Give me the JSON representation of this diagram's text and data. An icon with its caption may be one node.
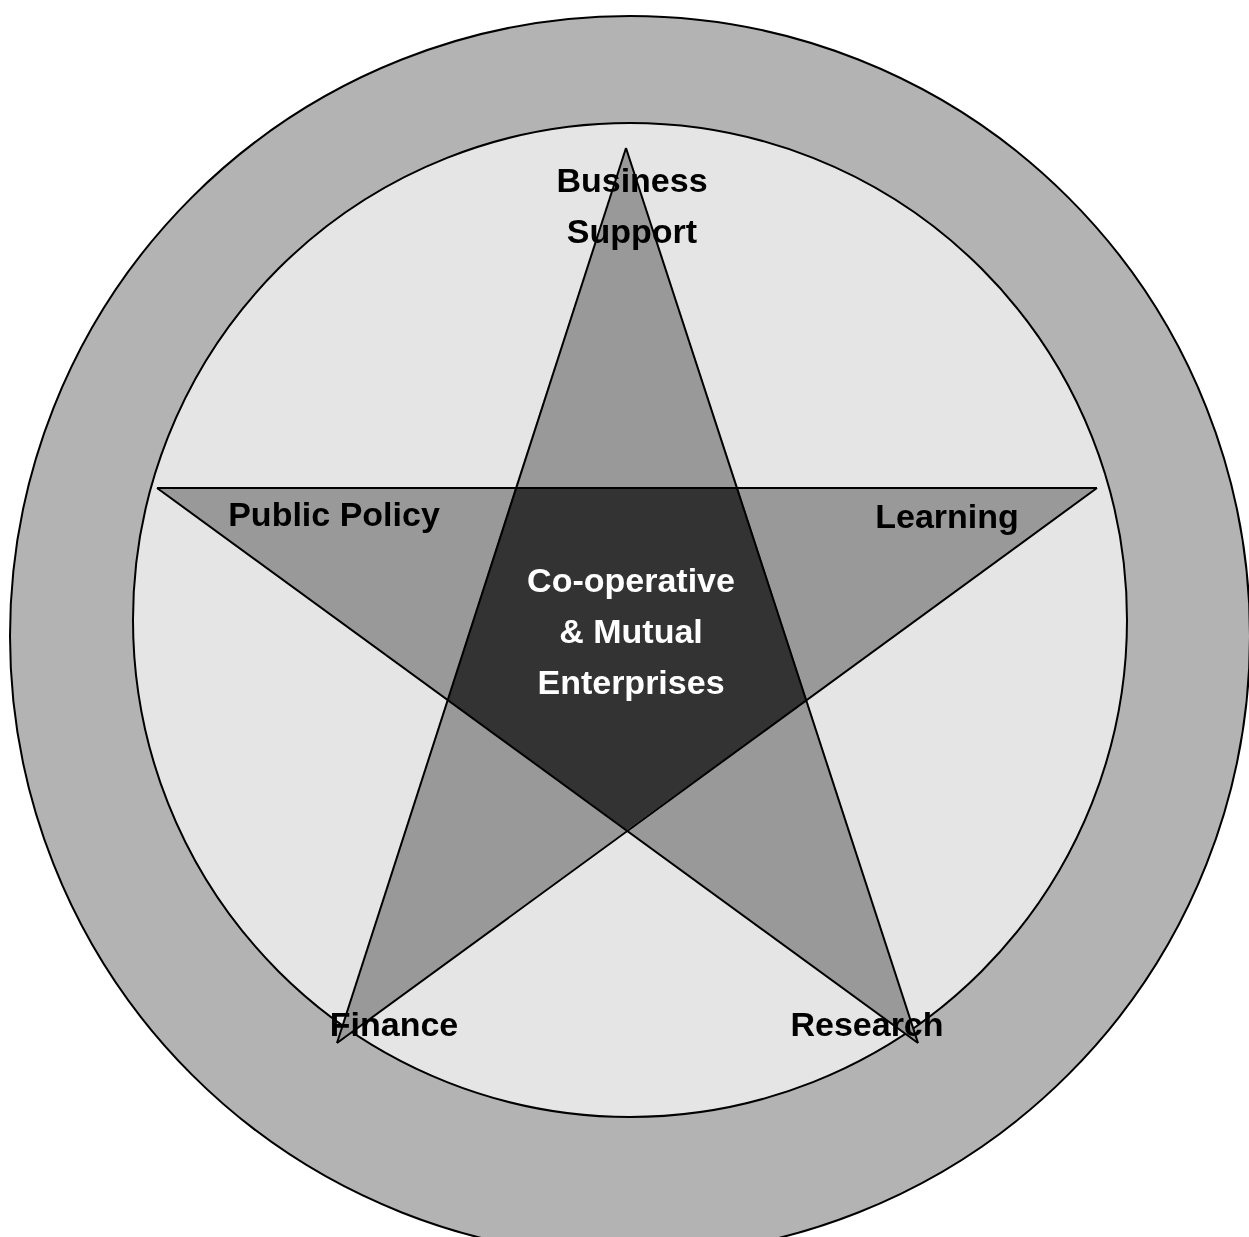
{
  "diagram": {
    "nodes": [
      {
        "text": [
          "Business Support"
        ]
      },
      {
        "text": [
          "Public Policy"
        ]
      },
      {
        "text": [
          "Learning"
        ]
      },
      {
        "text": [
          "Co-operative & Mutual Enterprises"
        ]
      },
      {
        "text": [
          "Finance"
        ]
      },
      {
        "text": [
          "Research"
        ]
      }
    ]
  }
}
